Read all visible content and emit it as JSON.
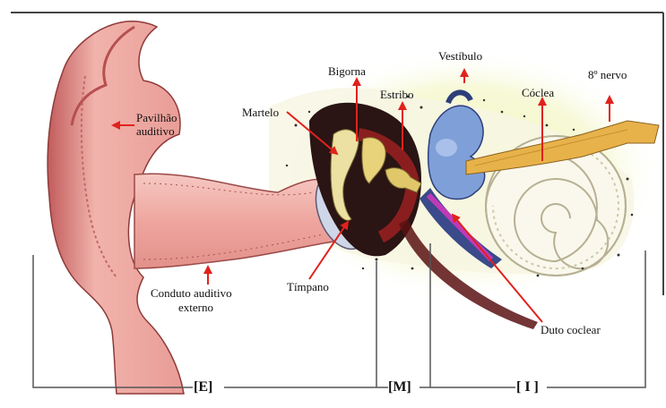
{
  "labels": {
    "pavilhao_line1": "Pavilhão",
    "pavilhao_line2": "auditivo",
    "martelo": "Martelo",
    "bigorna": "Bigorna",
    "estribo": "Estribo",
    "vestibulo": "Vestíbulo",
    "coclea": "Cóclea",
    "nervo": "8º nervo",
    "timpano": "Tímpano",
    "conduto_line1": "Conduto auditivo",
    "conduto_line2": "externo",
    "duto": "Duto coclear"
  },
  "sections": {
    "external": "[E]",
    "middle": "[M]",
    "internal": "[ I ]"
  },
  "colors": {
    "arrow": "#e0221c",
    "frame": "#444444",
    "skin": "#e8a09c",
    "canal": "#f1b9b2",
    "bone": "#f6f3e6",
    "glow": "#f4f7c8",
    "ossicle": "#e8d27a",
    "vestibule": "#7f9fd8",
    "nerve": "#e8b24a",
    "duct": "#c03ab8"
  }
}
